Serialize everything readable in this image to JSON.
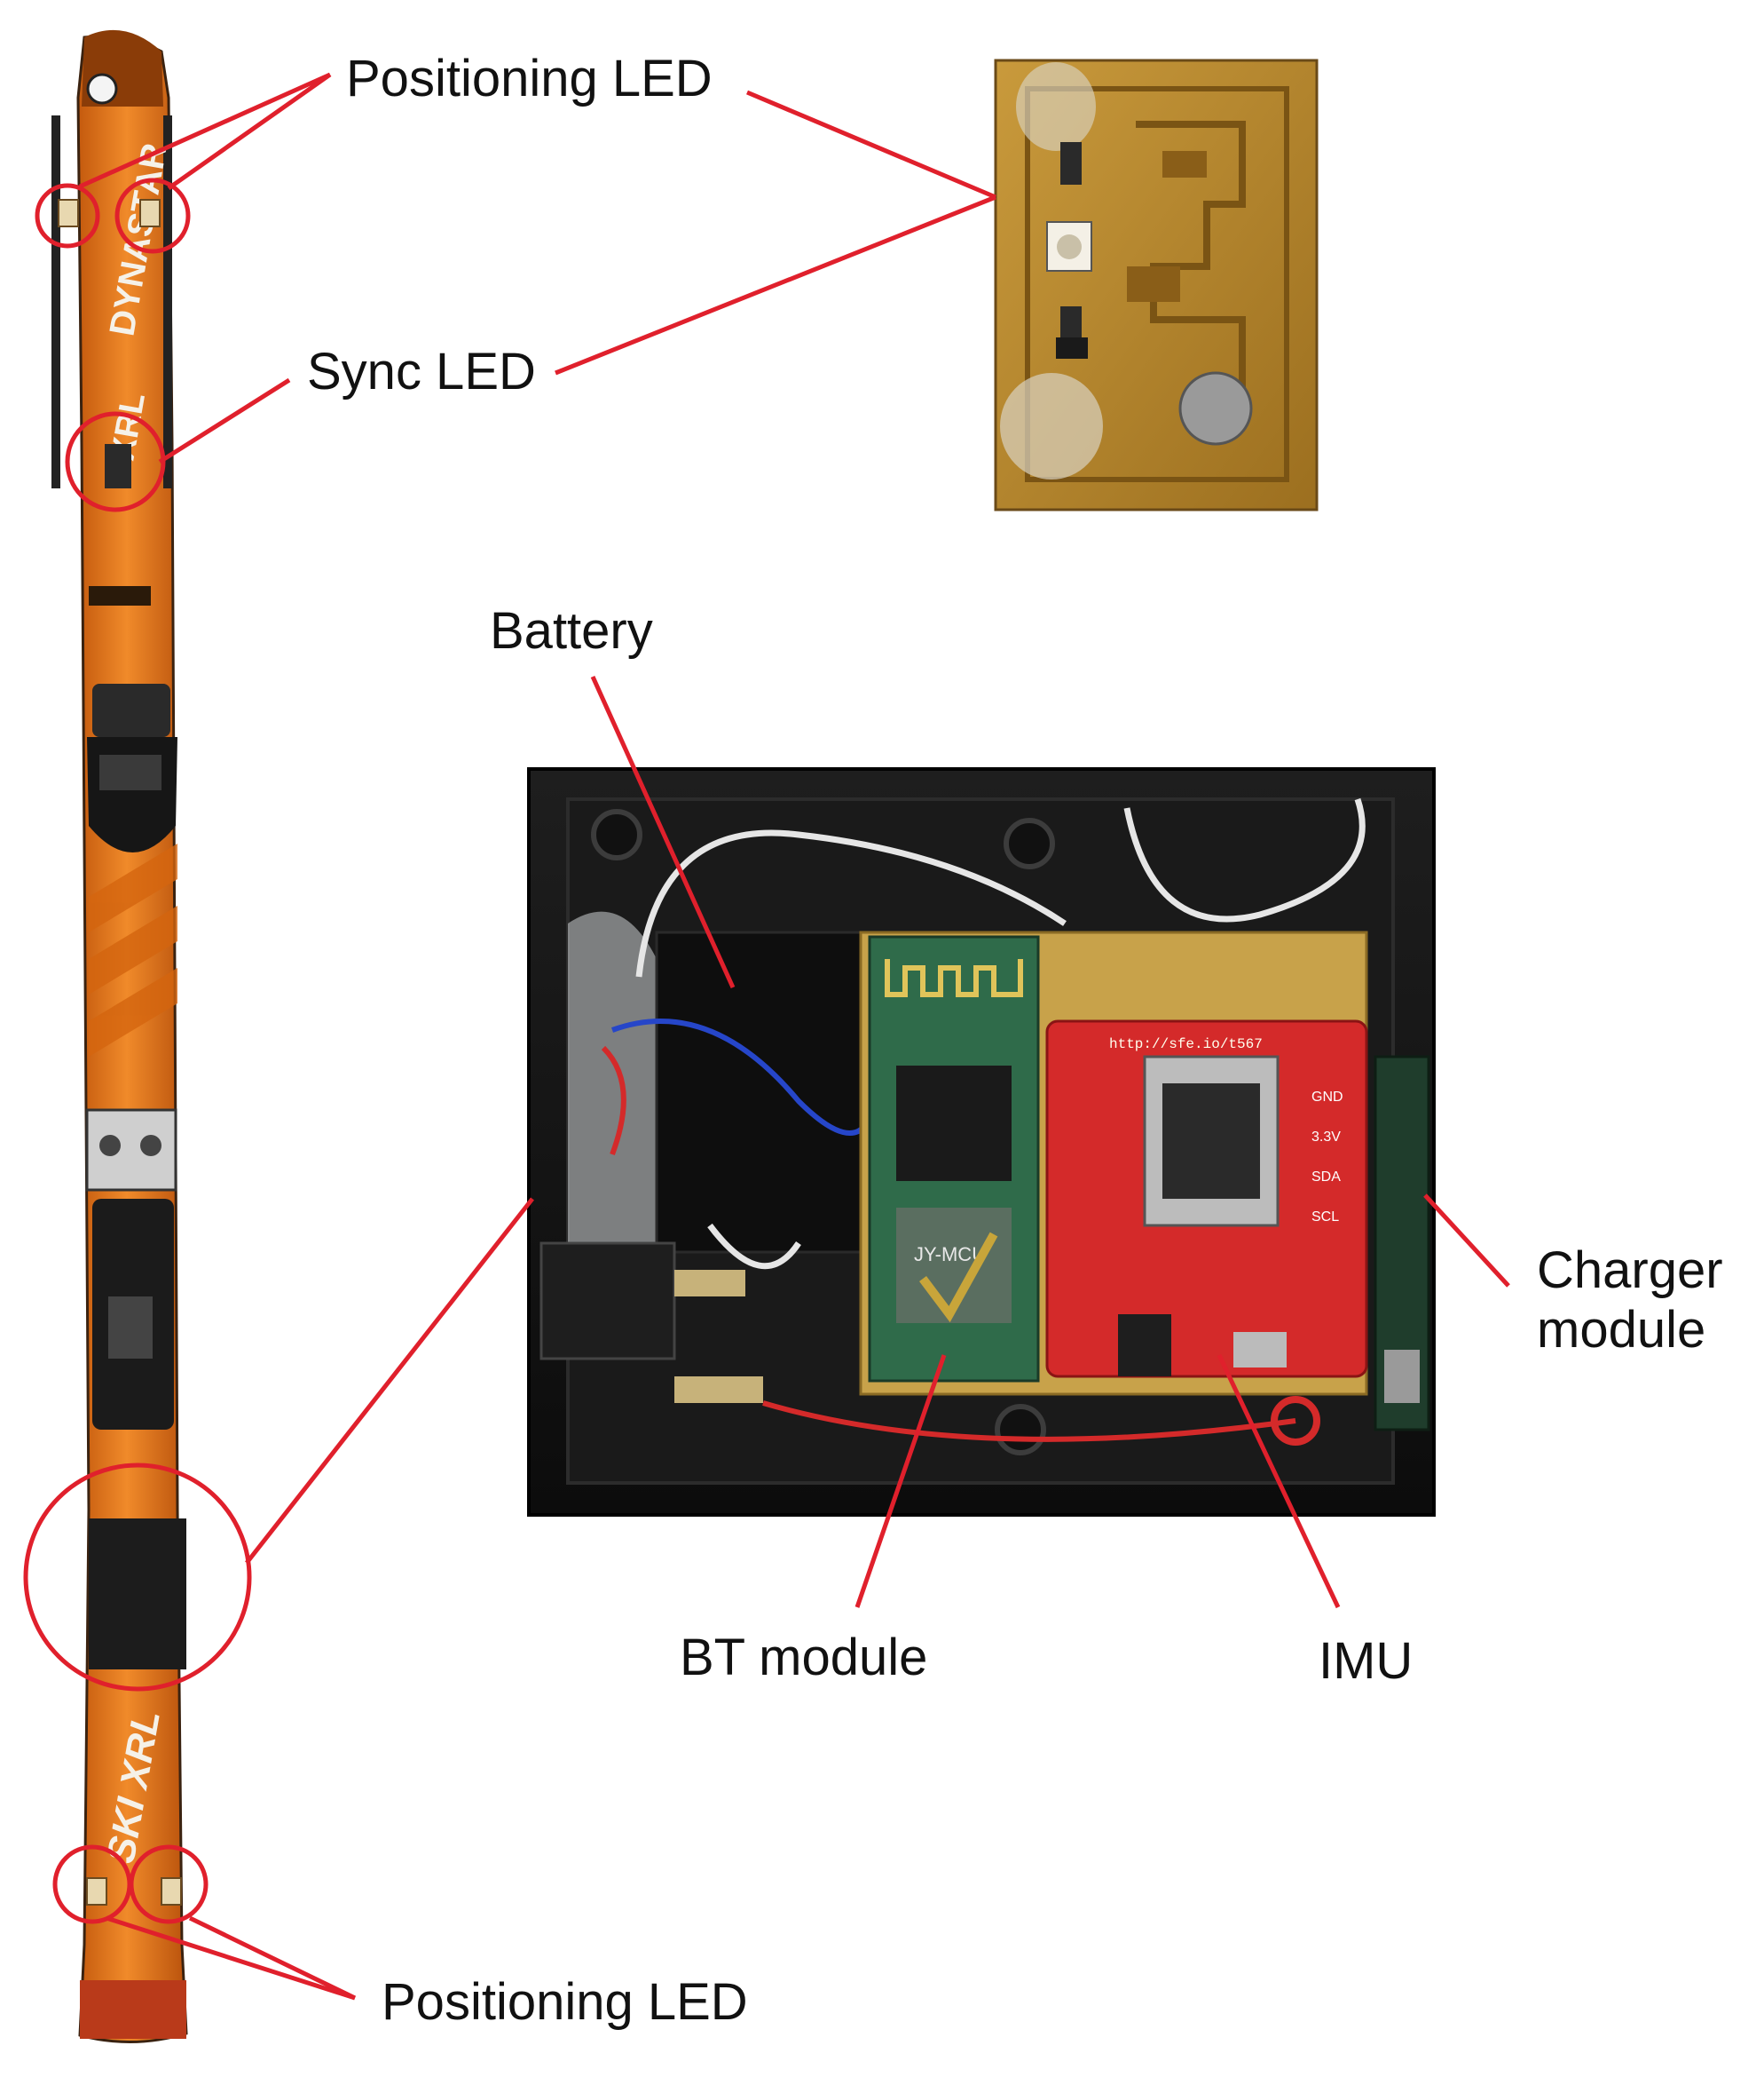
{
  "labels": {
    "positioning_led_top": "Positioning LED",
    "sync_led": "Sync LED",
    "battery": "Battery",
    "charger_module_line1": "Charger",
    "charger_module_line2": "module",
    "bt_module": "BT module",
    "imu": "IMU",
    "positioning_led_bottom": "Positioning LED"
  },
  "photo_text": {
    "ski_brand": "DYNASTAR",
    "ski_model": "XRL",
    "ski_model_bottom": "SKI XRL",
    "imu_url": "http://sfe.io/t567",
    "imu_pins": [
      "GND",
      "3.3V",
      "SDA",
      "SCL"
    ],
    "bt_sticker": "JY-MCU"
  },
  "colors": {
    "annotation_red": "#e0202c",
    "ski_orange": "#e8771a",
    "ski_dark": "#1a1a1a",
    "pcb_copper": "#b8862a",
    "imu_red": "#d42a2a",
    "bt_green": "#2f6b4a",
    "case_black": "#141414"
  },
  "icons": {
    "ski": "ski-photo",
    "led_board": "led-pcb-photo",
    "sensor_box": "sensor-box-photo"
  }
}
